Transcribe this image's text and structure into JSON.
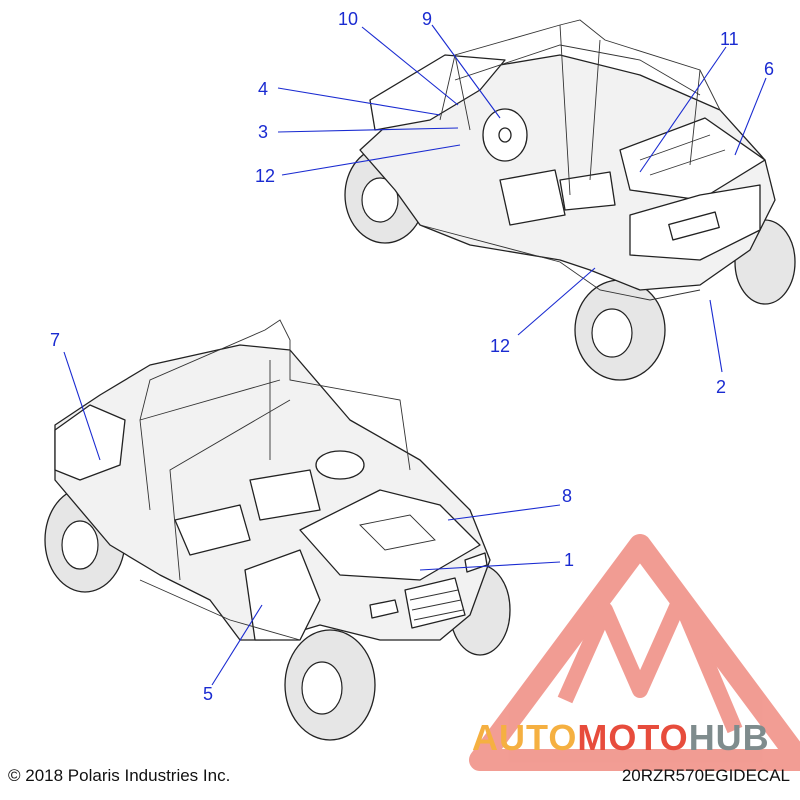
{
  "footer": {
    "copyright": "© 2018 Polaris Industries Inc.",
    "drawing_code": "20RZR570EGIDECAL"
  },
  "watermark": {
    "part1": "AUTO",
    "part2": "MOTO",
    "part3": "HUB",
    "colors": {
      "orange": "#f5b041",
      "red": "#e74c3c",
      "gray": "#7f8c8d"
    }
  },
  "callouts": {
    "c10": "10",
    "c9": "9",
    "c11": "11",
    "c6": "6",
    "c4": "4",
    "c3": "3",
    "c12a": "12",
    "c12b": "12",
    "c2": "2",
    "c7": "7",
    "c8": "8",
    "c1": "1",
    "c5": "5"
  },
  "colors": {
    "callout": "#1a2bd1",
    "line_art": "#222222"
  }
}
